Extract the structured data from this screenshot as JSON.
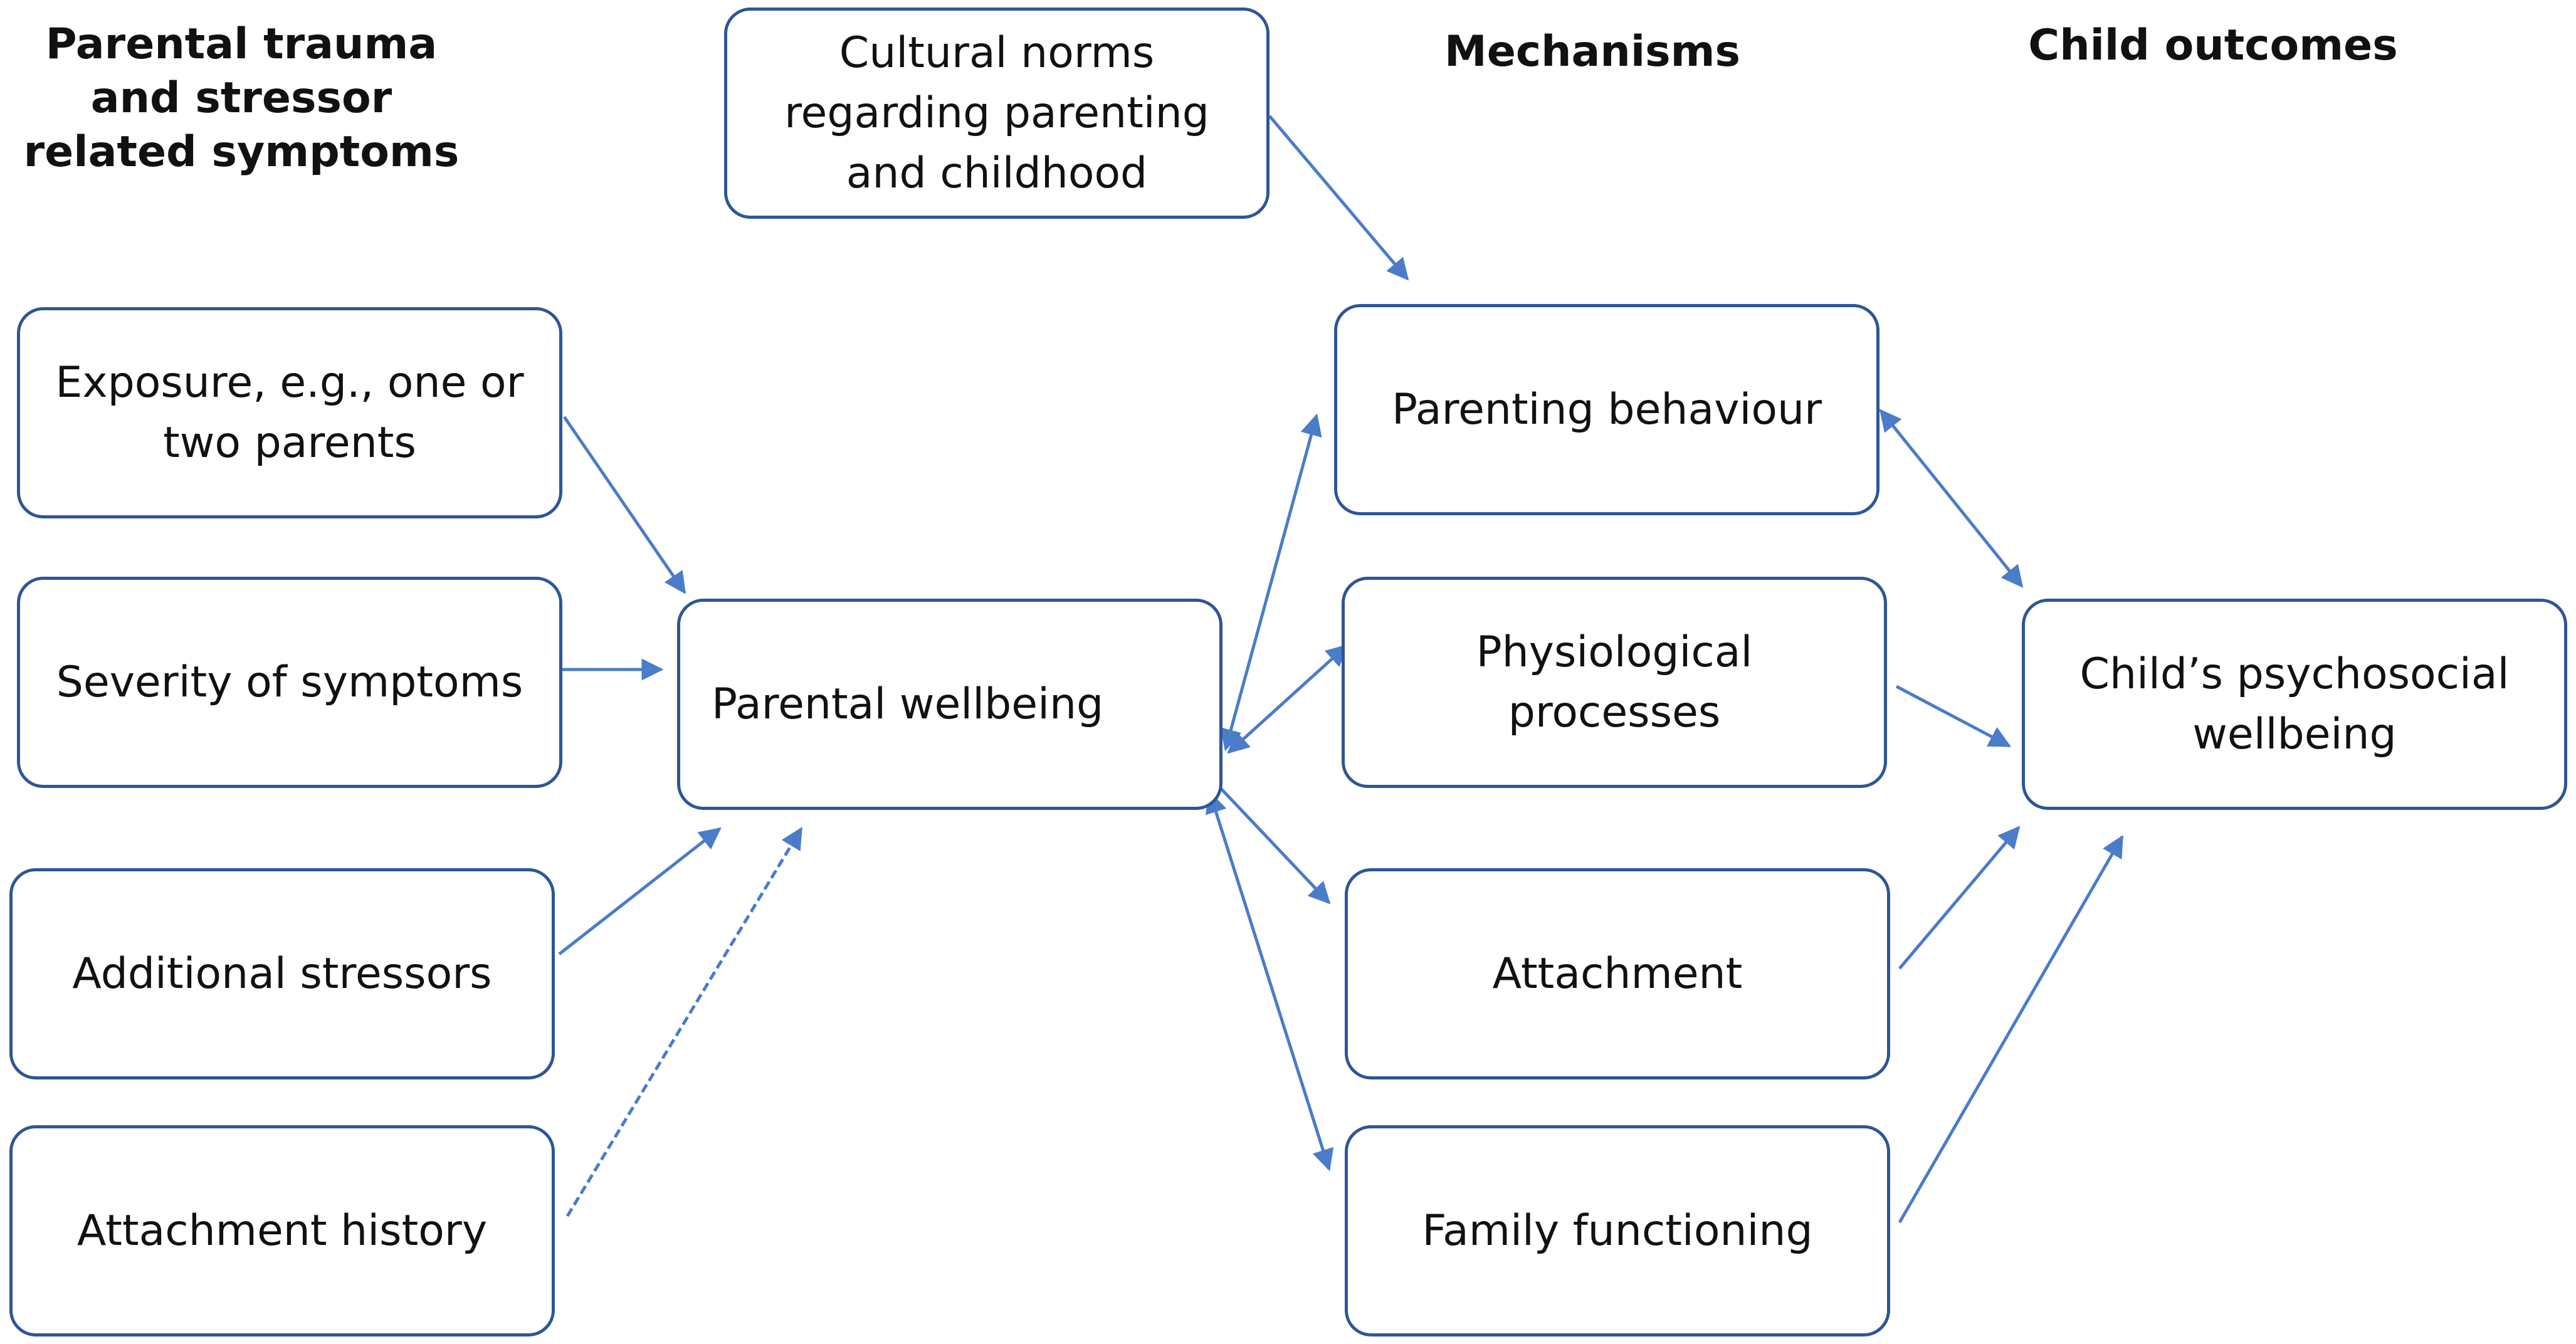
{
  "headings": {
    "parental": "Parental trauma and stressor related symptoms",
    "mechanisms": "Mechanisms",
    "child": "Child outcomes"
  },
  "boxes": {
    "cultural": "Cultural norms regarding parenting and childhood",
    "exposure": "Exposure, e.g., one or two parents",
    "severity": "Severity of symptoms",
    "stressors": "Additional stressors",
    "attachment_history": "Attachment history",
    "parental_wellbeing": "Parental wellbeing",
    "parenting_behaviour": "Parenting behaviour",
    "physiological": "Physiological processes",
    "attachment": "Attachment",
    "family": "Family functioning",
    "child_wellbeing": "Child’s psychosocial wellbeing"
  },
  "colors": {
    "box_border": "#2e5597",
    "arrow": "#4a7cc9"
  }
}
